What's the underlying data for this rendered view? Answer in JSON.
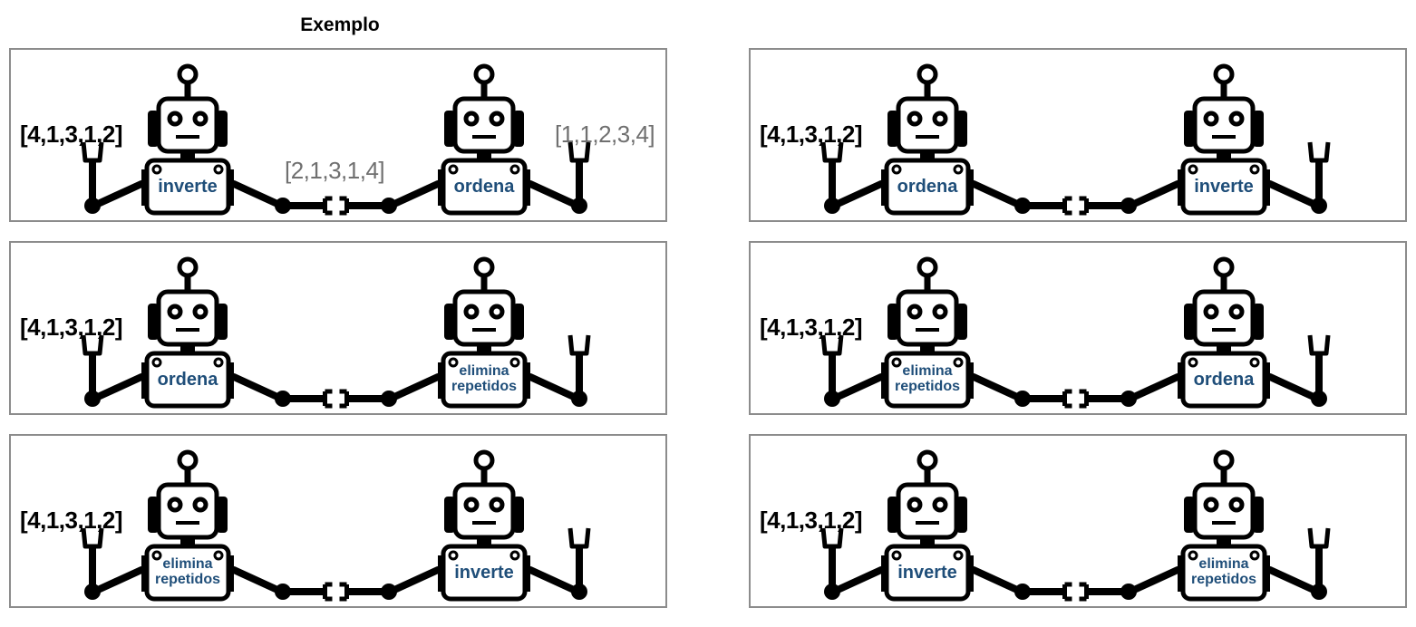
{
  "title": "Exemplo",
  "colors": {
    "op_text": "#1f4e79",
    "robot": "#000000",
    "border": "#8c8c8c",
    "trace": "#707070"
  },
  "example": {
    "input": "[4,1,3,1,2]",
    "intermediate": "[2,1,3,1,4]",
    "output": "[1,1,2,3,4]",
    "ops": [
      "inverte",
      "ordena"
    ]
  },
  "panels": [
    {
      "input": "[4,1,3,1,2]",
      "ops": [
        "ordena",
        "elimina\nrepetidos"
      ]
    },
    {
      "input": "[4,1,3,1,2]",
      "ops": [
        "elimina\nrepetidos",
        "inverte"
      ]
    },
    {
      "input": "[4,1,3,1,2]",
      "ops": [
        "ordena",
        "inverte"
      ]
    },
    {
      "input": "[4,1,3,1,2]",
      "ops": [
        "elimina\nrepetidos",
        "ordena"
      ]
    },
    {
      "input": "[4,1,3,1,2]",
      "ops": [
        "inverte",
        "elimina\nrepetidos"
      ]
    }
  ],
  "icons": {
    "robot": "robot-icon",
    "connector": "plug-connector-icon"
  }
}
